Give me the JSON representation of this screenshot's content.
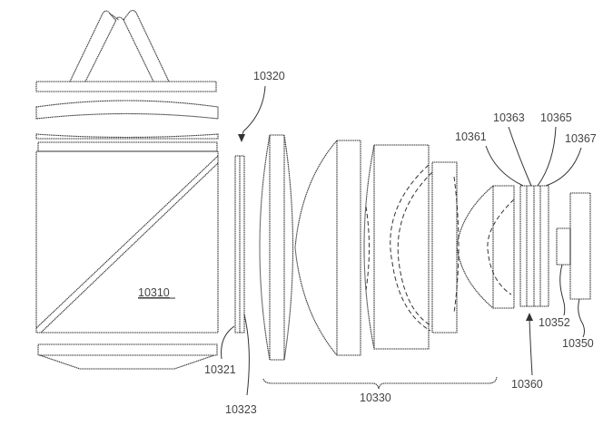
{
  "figure": {
    "labels": {
      "prism": "10310",
      "element_10320": "10320",
      "layer_10321": "10321",
      "layer_10323": "10323",
      "lens_group": "10330",
      "filter_stack": "10360",
      "filter_10361": "10361",
      "filter_10363": "10363",
      "filter_10365": "10365",
      "filter_10367": "10367",
      "sensor_die": "10352",
      "sensor_board": "10350"
    }
  }
}
